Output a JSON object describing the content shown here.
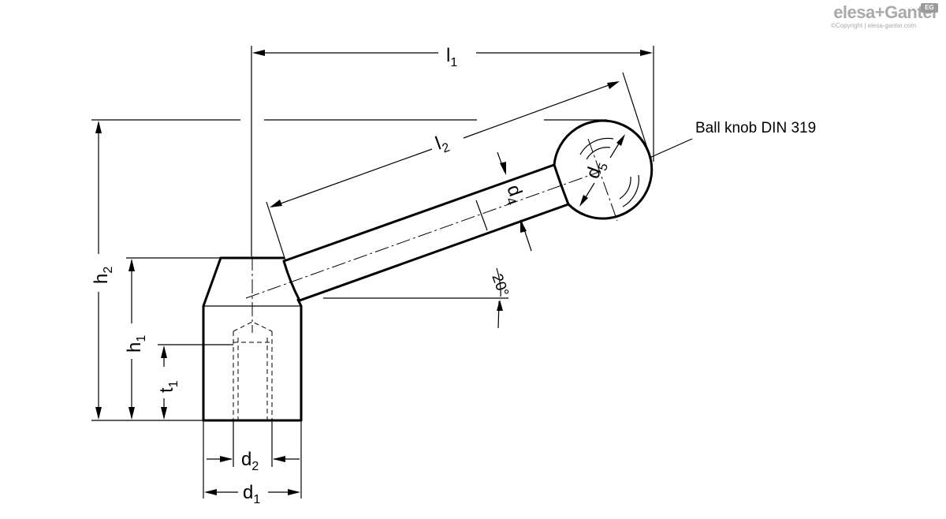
{
  "brand": {
    "name": "elesa+Ganter",
    "copyright": "©Copyright | elesa-ganter.com",
    "mark": "EG"
  },
  "callout": {
    "ball_knob": "Ball knob DIN 319"
  },
  "dimensions": {
    "l1": {
      "letter": "l",
      "sub": "1"
    },
    "l2": {
      "letter": "l",
      "sub": "2"
    },
    "h1": {
      "letter": "h",
      "sub": "1"
    },
    "h2": {
      "letter": "h",
      "sub": "2"
    },
    "t1": {
      "letter": "t",
      "sub": "1"
    },
    "d1": {
      "letter": "d",
      "sub": "1"
    },
    "d2": {
      "letter": "d",
      "sub": "2"
    },
    "d4": {
      "letter": "d",
      "sub": "4"
    },
    "d5": {
      "letter": "d",
      "sub": "5"
    }
  },
  "angle": {
    "value": "20°"
  }
}
